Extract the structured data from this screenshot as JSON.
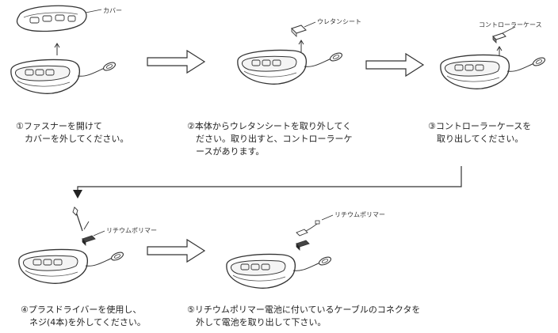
{
  "callouts": {
    "cover": "カバー",
    "urethane": "ウレタンシート",
    "controller_case": "コントローラーケース",
    "battery_top": "リチウムポリマー",
    "battery_bottom": "リチウムポリマー"
  },
  "steps": {
    "step1": "①ファスナーを開けて\n　カバーを外してください。",
    "step2": "②本体からウレタンシートを取り外してく\n　ださい。取り出すと、コントローラーケ\n　ースがあります。",
    "step3": "③コントローラーケースを\n　取り出してください。",
    "step4": "④プラスドライバーを使用し、\n　ネジ(4本)を外してください。",
    "step5": "⑤リチウムポリマー電池に付いているケーブルのコネクタを\n　外して電池を取り出して下さい。"
  },
  "icons": [
    "device-icon",
    "cover-icon",
    "urethane-sheet-icon",
    "controller-case-icon",
    "battery-icon",
    "screwdriver-icon",
    "arrow-right-icon",
    "flow-arrow-icon"
  ]
}
